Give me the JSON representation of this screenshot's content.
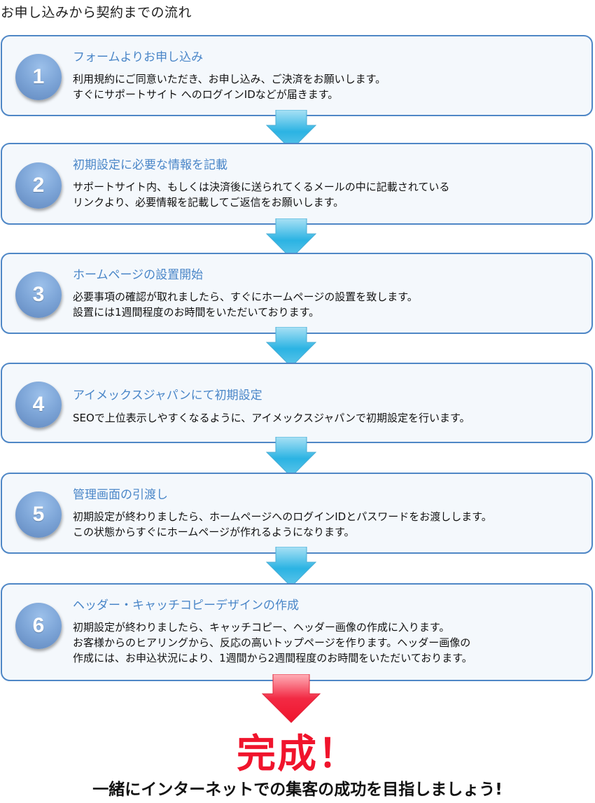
{
  "page_title": "お申し込みから契約までの流れ",
  "steps": [
    {
      "number": "1",
      "title": "フォームよりお申し込み",
      "body": "利用規約にご同意いただき、お申し込み、ご決済をお願いします。\nすぐにサポートサイト へのログインIDなどが届きます。"
    },
    {
      "number": "2",
      "title": "初期設定に必要な情報を記載",
      "body": "サポートサイト内、もしくは決済後に送られてくるメールの中に記載されている\nリンクより、必要情報を記載してご返信をお願いします。"
    },
    {
      "number": "3",
      "title": "ホームページの設置開始",
      "body": "必要事項の確認が取れましたら、すぐにホームページの設置を致します。\n設置には1週間程度のお時間をいただいております。"
    },
    {
      "number": "4",
      "title": "アイメックスジャパンにて初期設定",
      "body": "SEOで上位表示しやすくなるように、アイメックスジャパンで初期設定を行います。"
    },
    {
      "number": "5",
      "title": "管理画面の引渡し",
      "body": "初期設定が終わりましたら、ホームページへのログインIDとパスワードをお渡しします。\nこの状態からすぐにホームページが作れるようになります。"
    },
    {
      "number": "6",
      "title": "ヘッダー・キャッチコピーデザインの作成",
      "body": "初期設定が終わりましたら、キャッチコピー、ヘッダー画像の作成に入ります。\nお客様からのヒアリングから、反応の高いトップページを作ります。ヘッダー画像の\n作成には、お申込状況により、1週間から2週間程度のお時間をいただいております。"
    }
  ],
  "completion": {
    "label": "完成！",
    "slogan": "一緒にインターネットでの集客の成功を目指しましょう!"
  },
  "colors": {
    "box_border": "#4f87c6",
    "box_bg": "#f4f8fc",
    "title_blue": "#4a86c8",
    "arrow_blue": "#2bb3e3",
    "arrow_red": "#f0142c"
  }
}
